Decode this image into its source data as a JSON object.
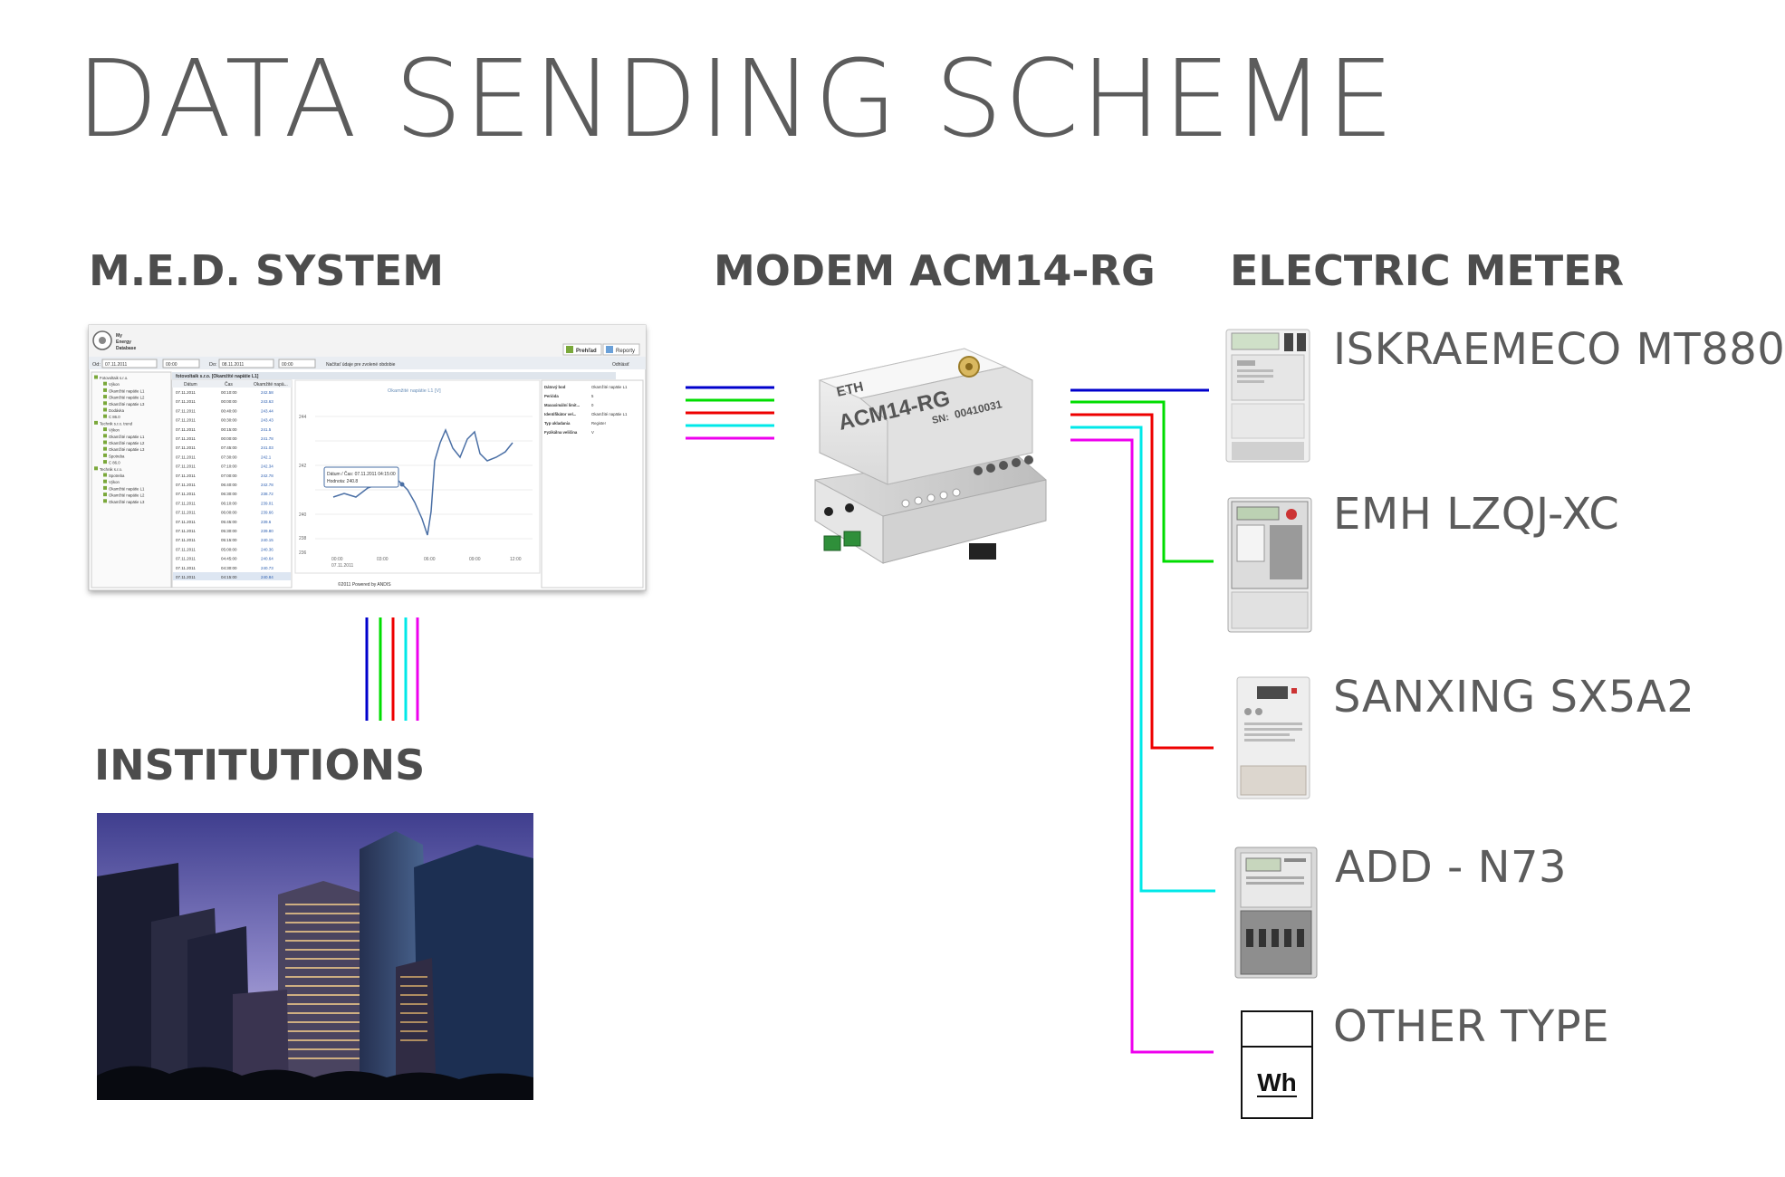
{
  "title": "DATA SENDING SCHEME",
  "sections": {
    "med_system": "M.E.D. SYSTEM",
    "modem": "MODEM ACM14-RG",
    "electric_meter": "ELECTRIC METER",
    "institutions": "INSTITUTIONS"
  },
  "meters": [
    {
      "label": "ISKRAEMECO MT880"
    },
    {
      "label": "EMH LZQJ-XC"
    },
    {
      "label": "SANXING SX5A2"
    },
    {
      "label": "ADD - N73"
    },
    {
      "label": "OTHER TYPE"
    }
  ],
  "other_meter_symbol": "Wh",
  "modem_device": {
    "eth": "ETH",
    "model": "ACM14-RG",
    "sn_label": "SN:",
    "serial": "00410031"
  },
  "med_screenshot": {
    "brand_lines": [
      "My",
      "Energy",
      "Database"
    ],
    "btn_overview": "Prehľad",
    "btn_reports": "Reporty",
    "from_label": "Od:",
    "from_date": "07.11.2011",
    "from_time": "00:00",
    "to_label": "Do:",
    "to_date": "08.11.2011",
    "to_time": "00:00",
    "load_btn": "Načítať údaje pre zvolené obdobie",
    "logout": "Odhlásiť",
    "panel_title": "fotovoltaik s.r.o. [Okamžité napätie L1]",
    "col_date": "Dátum",
    "col_time": "Čas",
    "col_value": "Okamžité napä...",
    "chart_title": "Okamžité napätie L1 [V]",
    "tooltip_line1": "Dátum / Čas: 07.11.2011 04:15:00",
    "tooltip_line2": "Hodnota: 240.8",
    "footer": "©2011 Powered by ANDIS",
    "tree": [
      "Fotovoltaik s.r.o.",
      "Výkon",
      "Okamžité napätie L1",
      "Okamžité napätie L2",
      "Okamžité napätie L3",
      "Dodávka",
      "C 86.0",
      "Technik s.r.o. trend",
      "Výkon",
      "Okamžité napätie L1",
      "Okamžité napätie L2",
      "Okamžité napätie L3",
      "Spotreba",
      "C 86.0",
      "Technik s.r.o.",
      "Spotreba",
      "Výkon",
      "Okamžité napätie L1",
      "Okamžité napätie L2",
      "Okamžité napätie L3"
    ],
    "info_rows": [
      [
        "Dátový bod",
        "Okamžité napätie L1"
      ],
      [
        "Perióda",
        "5"
      ],
      [
        "Maxaximální limit...",
        "0"
      ],
      [
        "Identifikátor vel...",
        "Okamžité napätie L1"
      ],
      [
        "Typ ukladania",
        "Register"
      ],
      [
        "Fyzikálna veličina",
        "V"
      ]
    ],
    "rows": [
      [
        "07.11.2011",
        "00:10:00",
        "242.58"
      ],
      [
        "07.11.2011",
        "00:00:00",
        "243.63"
      ],
      [
        "07.11.2011",
        "00:40:00",
        "243.44"
      ],
      [
        "07.11.2011",
        "00:30:00",
        "243.43"
      ],
      [
        "07.11.2011",
        "00:15:00",
        "241.5"
      ],
      [
        "07.11.2011",
        "00:00:00",
        "241.78"
      ],
      [
        "07.11.2011",
        "07:45:00",
        "241.03"
      ],
      [
        "07.11.2011",
        "07:30:00",
        "242.1"
      ],
      [
        "07.11.2011",
        "07:10:00",
        "242.34"
      ],
      [
        "07.11.2011",
        "07:00:00",
        "242.78"
      ],
      [
        "07.11.2011",
        "06:40:00",
        "242.78"
      ],
      [
        "07.11.2011",
        "06:30:00",
        "238.72"
      ],
      [
        "07.11.2011",
        "06:10:00",
        "239.01"
      ],
      [
        "07.11.2011",
        "06:00:00",
        "239.66"
      ],
      [
        "07.11.2011",
        "05:45:00",
        "239.6"
      ],
      [
        "07.11.2011",
        "05:30:00",
        "239.80"
      ],
      [
        "07.11.2011",
        "05:15:00",
        "240.15"
      ],
      [
        "07.11.2011",
        "05:00:00",
        "240.36"
      ],
      [
        "07.11.2011",
        "04:45:00",
        "240.64"
      ],
      [
        "07.11.2011",
        "04:30:00",
        "240.73"
      ],
      [
        "07.11.2011",
        "04:15:00",
        "240.84"
      ]
    ],
    "chart_y_ticks": [
      "244",
      "242",
      "240",
      "238"
    ],
    "chart_bottom_tick": "236",
    "chart_x_ticks": [
      "00:00",
      "03:00",
      "06:00",
      "09:00",
      "12:00"
    ],
    "chart_x_date": "07.11.2011"
  },
  "line_colors": [
    "#0000cc",
    "#00dd00",
    "#ee0000",
    "#00e8e8",
    "#ee00ee"
  ]
}
